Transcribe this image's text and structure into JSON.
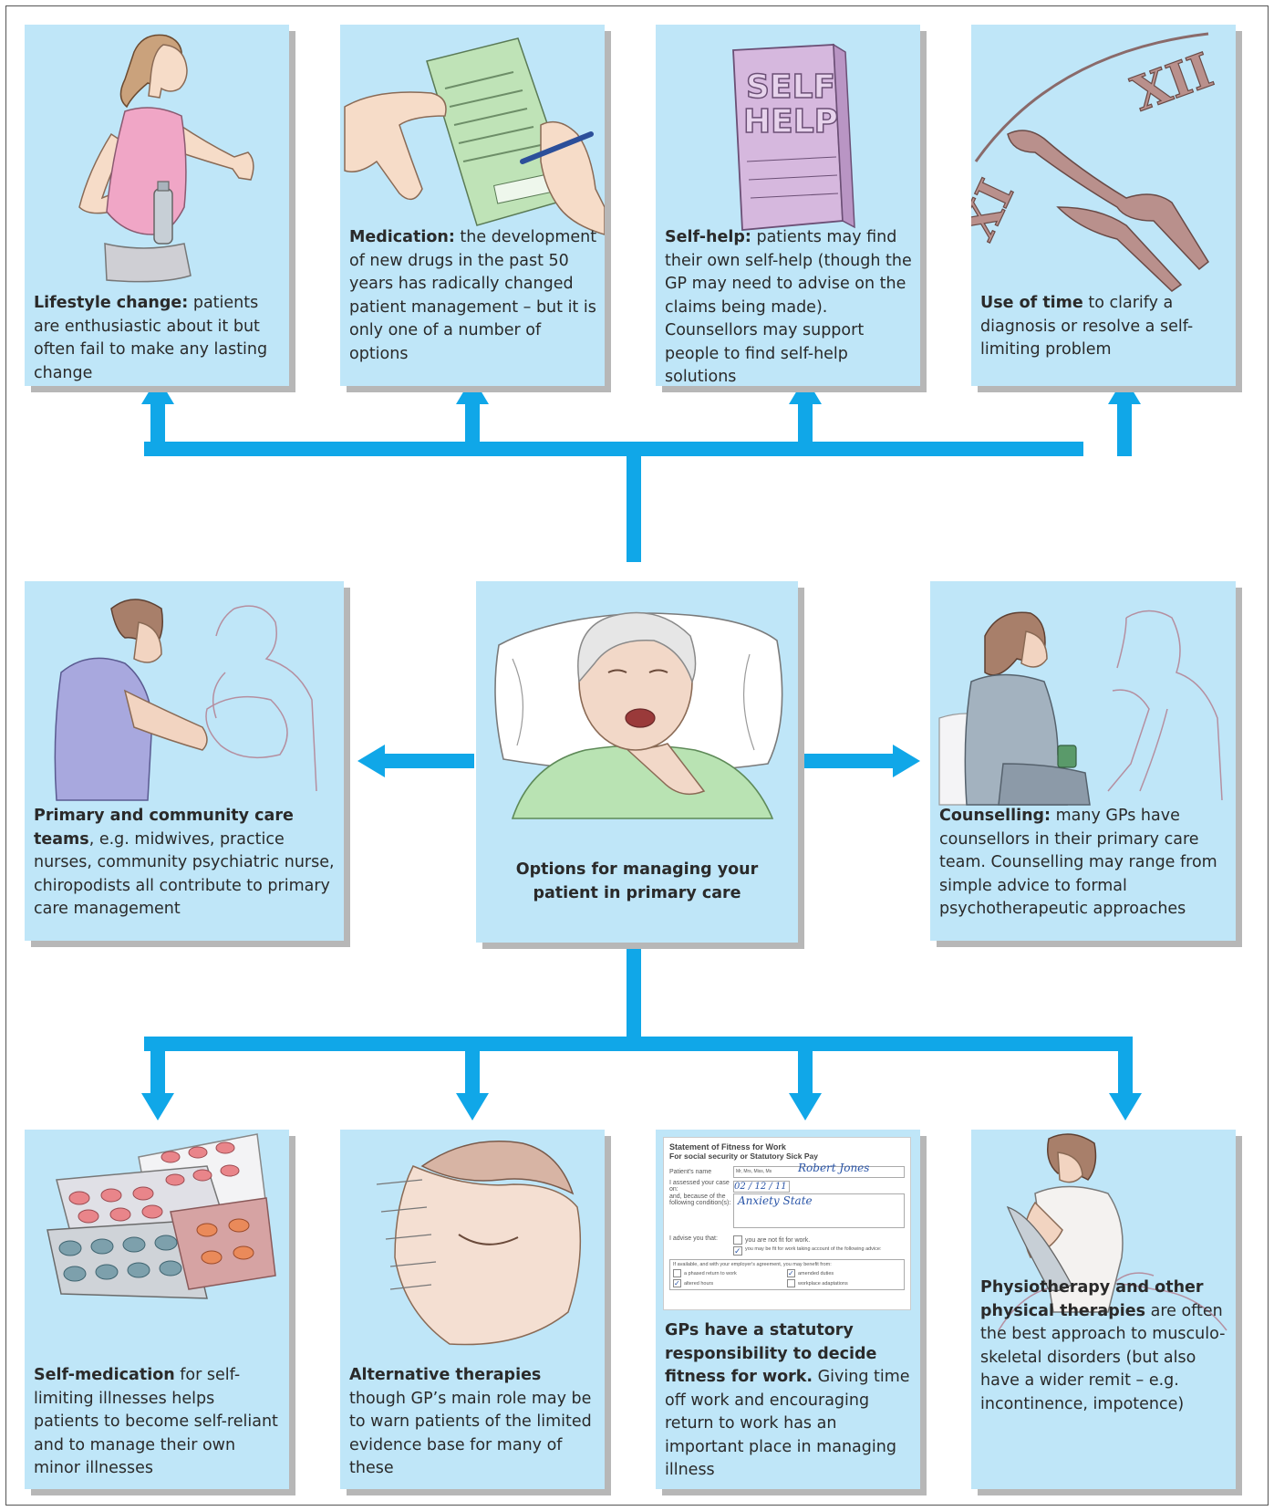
{
  "accent_color": "#10a7e8",
  "card_color": "#bfe6f8",
  "center": {
    "title": "Options for managing your patient in primary care",
    "illustration": "elderly-patient-in-bed"
  },
  "options": [
    {
      "id": "lifestyle",
      "bold": "Lifestyle change:",
      "text": " patients are enthusiastic about it but often fail to make any lasting change",
      "illustration": "woman-jogging"
    },
    {
      "id": "medication",
      "bold": "Medication:",
      "text": " the development of new drugs in the past 50 years has radically changed patient management – but it is only one of a number of options",
      "illustration": "prescription-form"
    },
    {
      "id": "self-help",
      "bold": "Self-help:",
      "text": " patients may find their own self-help (though the GP may need to advise on the claims being made). Counsellors may support people to find self-help solutions",
      "illustration": "self-help-book"
    },
    {
      "id": "use-of-time",
      "bold": "Use of time",
      "text": " to clarify a diagnosis or resolve a self-limiting problem",
      "illustration": "clock-face"
    },
    {
      "id": "care-teams",
      "bold": "Primary and community care teams",
      "text": ", e.g. midwives, practice nurses, community psychiatric nurse, chiropodists all  contribute to primary care management",
      "illustration": "midwife-and-mother"
    },
    {
      "id": "counselling",
      "bold": "Counselling:",
      "text": " many GPs have counsellors in their primary care team. Counselling may range from simple advice to formal psychotherapeutic approaches",
      "illustration": "counselling-session"
    },
    {
      "id": "self-medication",
      "bold": "Self-medication",
      "text": " for self-limiting illnesses helps patients to become self-reliant and to manage their own minor illnesses",
      "illustration": "blister-packs"
    },
    {
      "id": "alternative",
      "bold": "Alternative therapies",
      "text": " though GP’s main role may be to warn patients of the limited evidence base for many of these",
      "illustration": "acupuncture"
    },
    {
      "id": "fitness",
      "bold": "GPs have a statutory responsibility to decide fitness for work.",
      "text": " Giving time off work and encouraging return to work has an important place in managing illness",
      "illustration": "fit-note"
    },
    {
      "id": "physio",
      "bold": "Physiotherapy and other physical therapies",
      "text": " are often the best approach to musculo-skeletal disorders (but also have a wider remit – e.g. incontinence, impotence)",
      "illustration": "physiotherapist"
    }
  ],
  "self_help_book": {
    "line1": "SELF",
    "line2": "HELP"
  },
  "clock_numerals": {
    "top": "XII",
    "left": "XI"
  },
  "fit_note": {
    "title": "Statement of Fitness for Work",
    "subtitle": "For social security or Statutory Sick Pay",
    "patient_label": "Patient's name",
    "patient_prefix": "Mr, Mrs, Miss, Ms",
    "patient_name": "Robert Jones",
    "assessed_label": "I assessed your case on:",
    "assessed_date": "02 / 12 / 11",
    "condition_label": "and, because of the following condition(s):",
    "condition": "Anxiety State",
    "advise_label": "I advise you that:",
    "opt_not_fit": "you are not fit for work.",
    "opt_may_be_fit": "you may be fit for work taking account of the following advice:",
    "benefit_label": "If available, and with your employer's agreement, you may benefit from:",
    "phased": "a phased return to work",
    "amended": "amended duties",
    "altered": "altered hours",
    "workplace": "workplace adaptations"
  }
}
